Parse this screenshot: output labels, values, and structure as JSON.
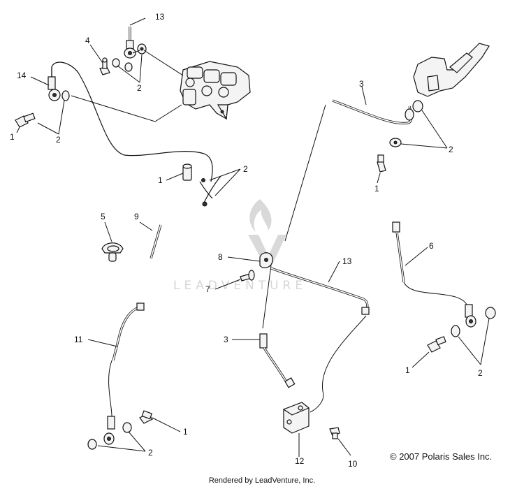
{
  "callouts": {
    "c1": "1",
    "c2": "2",
    "c3": "3",
    "c4": "4",
    "c5": "5",
    "c6": "6",
    "c7": "7",
    "c8": "8",
    "c9": "9",
    "c10": "10",
    "c11": "11",
    "c12": "12",
    "c13": "13",
    "c14": "14"
  },
  "watermark": {
    "text": "LEADVENTURE"
  },
  "footer": {
    "copyright": "© 2007 Polaris Sales Inc.",
    "rendered_by": "Rendered by LeadVenture, Inc."
  }
}
